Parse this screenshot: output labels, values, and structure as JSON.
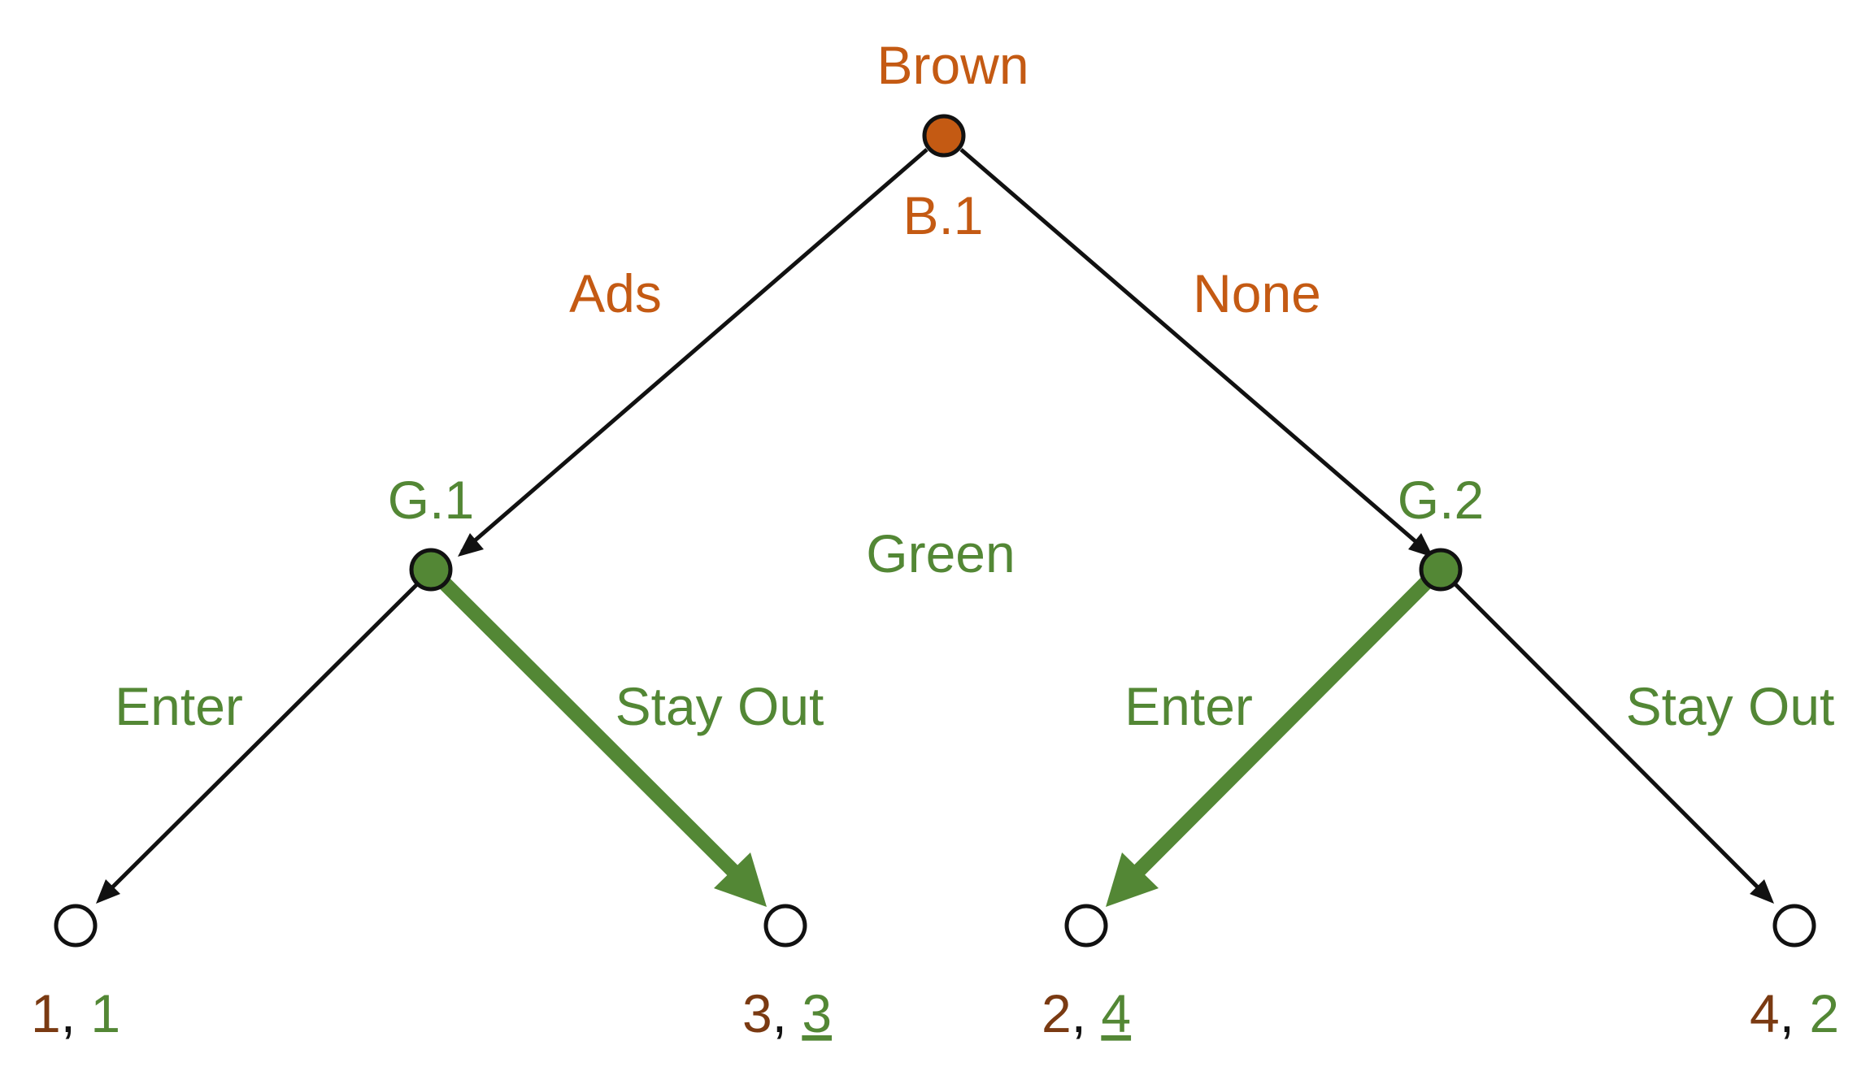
{
  "colors": {
    "brown": "#c45a13",
    "brown_dark": "#7a3a12",
    "green": "#538735",
    "edge": "#111111"
  },
  "players": {
    "brown": "Brown",
    "green": "Green"
  },
  "nodes": {
    "b1": "B.1",
    "g1": "G.1",
    "g2": "G.2"
  },
  "actions": {
    "ads": "Ads",
    "none": "None",
    "g1_enter": "Enter",
    "g1_stay": "Stay Out",
    "g2_enter": "Enter",
    "g2_stay": "Stay Out"
  },
  "payoffs": [
    {
      "brown": "1",
      "green": "1",
      "green_underlined": false
    },
    {
      "brown": "3",
      "green": "3",
      "green_underlined": true
    },
    {
      "brown": "2",
      "green": "4",
      "green_underlined": true
    },
    {
      "brown": "4",
      "green": "2",
      "green_underlined": false
    }
  ],
  "highlighted_branches": [
    "g1_stay",
    "g2_enter"
  ]
}
